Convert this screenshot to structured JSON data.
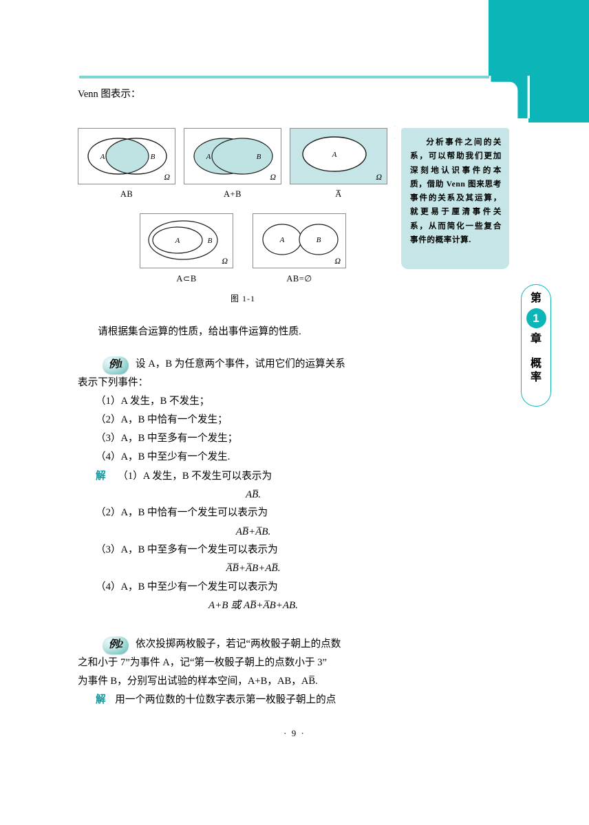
{
  "theme": {
    "teal": "#0bb5b8",
    "light_teal": "#c5e5e6",
    "rule_teal": "#7fd2d4",
    "solution_label_color": "#0b9aa0"
  },
  "intro": {
    "venn_line": "Venn 图表示："
  },
  "figure": {
    "label": "图 1-1",
    "omega": "Ω",
    "row1": [
      {
        "caption": "AB",
        "label_a": "A",
        "label_b": "B",
        "shade": "intersection"
      },
      {
        "caption": "A+B",
        "label_a": "A",
        "label_b": "B",
        "shade": "union"
      },
      {
        "caption": "A̅",
        "label_a": "A",
        "label_b": "",
        "shade": "complement"
      }
    ],
    "row2": [
      {
        "caption": "A⊂B",
        "label_a": "A",
        "label_b": "B",
        "shade": "none"
      },
      {
        "caption": "AB=∅",
        "label_a": "A",
        "label_b": "B",
        "shade": "none"
      }
    ]
  },
  "side_note": {
    "text": "分析事件之间的关系，可以帮助我们更加深刻地认识事件的本质，借助 Venn 图来思考事件的关系及其运算，就更易于厘清事件关系，从而简化一些复合事件的概率计算."
  },
  "chapter_tab": {
    "prefix": "第",
    "number": "1",
    "suffix": "章",
    "subject1": "概",
    "subject2": "率"
  },
  "body": {
    "prompt": "请根据集合运算的性质，给出事件运算的性质.",
    "example1": {
      "badge": "例1",
      "badge_num": "1",
      "stem_line1": "设 A，B 为任意两个事件，试用它们的运算关系",
      "stem_line2": "表示下列事件：",
      "items": [
        "（1）A 发生，B 不发生；",
        "（2）A，B 中恰有一个发生；",
        "（3）A，B 中至多有一个发生；",
        "（4）A，B 中至少有一个发生."
      ],
      "solution_label": "解",
      "steps": [
        {
          "text": "（1）A 发生，B 不发生可以表示为",
          "formula": "AB̅."
        },
        {
          "text": "（2）A，B 中恰有一个发生可以表示为",
          "formula": "AB̅+A̅B."
        },
        {
          "text": "（3）A，B 中至多有一个发生可以表示为",
          "formula": "A̅B̅+A̅B+AB̅."
        },
        {
          "text": "（4）A，B 中至少有一个发生可以表示为",
          "formula": "A+B 或 AB̅+A̅B+AB."
        }
      ]
    },
    "example2": {
      "badge": "例2",
      "badge_num": "2",
      "line1": "依次投掷两枚骰子，若记“两枚骰子朝上的点数",
      "line2": "之和小于 7”为事件 A，记“第一枚骰子朝上的点数小于 3”",
      "line3": "为事件 B，分别写出试验的样本空间，A+B，AB，AB̅.",
      "solution_label": "解",
      "solution_line": "用一个两位数的十位数字表示第一枚骰子朝上的点"
    }
  },
  "page_number": "· 9 ·"
}
